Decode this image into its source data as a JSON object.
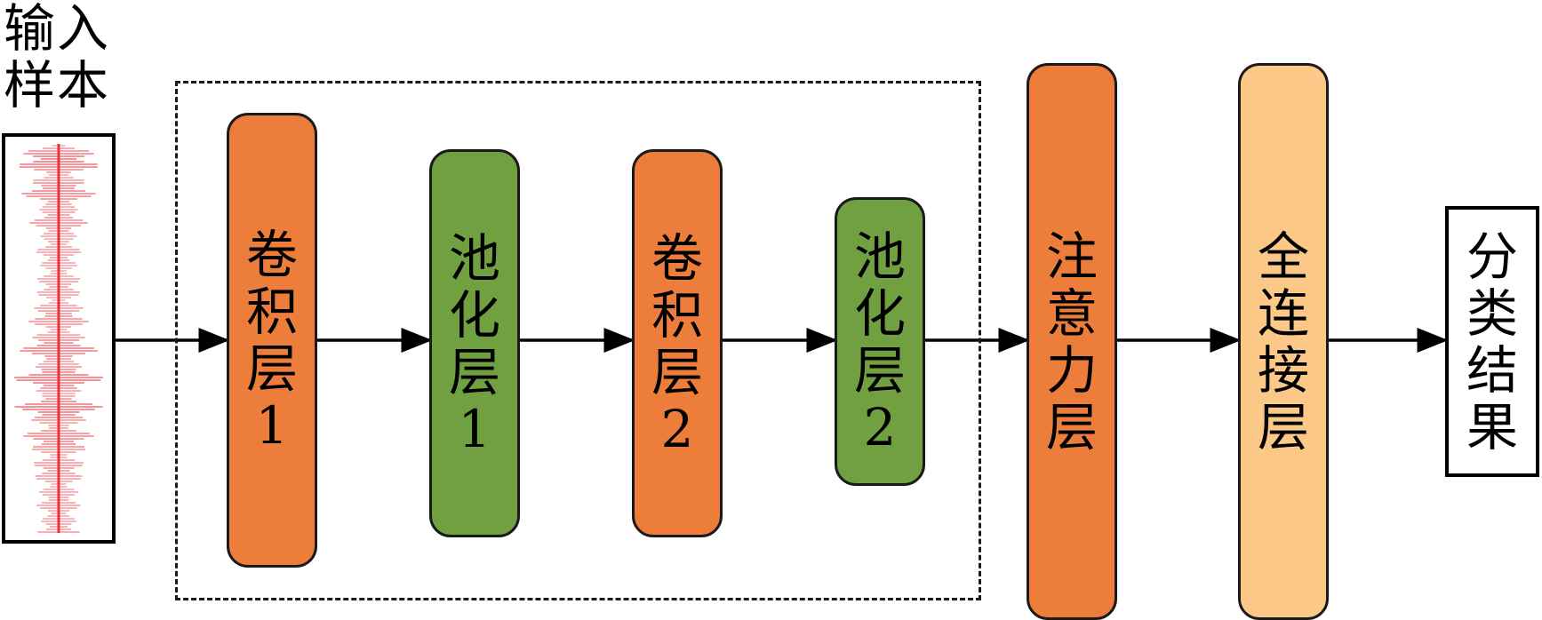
{
  "input": {
    "title_lines": [
      "输入",
      "样本"
    ]
  },
  "layers": [
    {
      "id": "conv1",
      "lines": [
        "卷",
        "积",
        "层"
      ],
      "number": "1"
    },
    {
      "id": "pool1",
      "lines": [
        "池",
        "化",
        "层"
      ],
      "number": "1"
    },
    {
      "id": "conv2",
      "lines": [
        "卷",
        "积",
        "层"
      ],
      "number": "2"
    },
    {
      "id": "pool2",
      "lines": [
        "池",
        "化",
        "层"
      ],
      "number": "2"
    },
    {
      "id": "attn",
      "lines": [
        "注",
        "意",
        "力",
        "层"
      ],
      "number": ""
    },
    {
      "id": "fc",
      "lines": [
        "全",
        "连",
        "接",
        "层"
      ],
      "number": ""
    }
  ],
  "output": {
    "lines": [
      "分",
      "类",
      "结",
      "果"
    ]
  },
  "colors": {
    "conv": "#ED7D3A",
    "pool": "#70A040",
    "attention": "#ED7D3A",
    "fully_connected": "#FCC887",
    "signal": "#E8323C",
    "line": "#000000"
  }
}
